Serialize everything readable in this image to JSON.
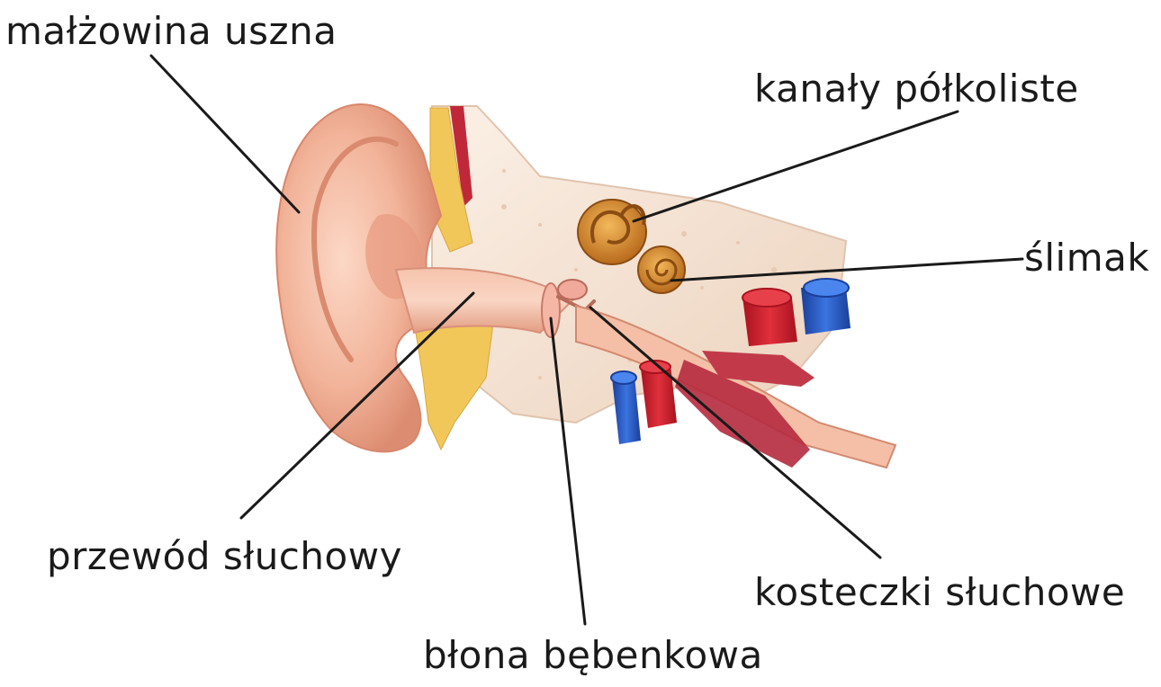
{
  "labels": {
    "auricle": "małżowina uszna",
    "semicircular_canals": "kanały półkoliste",
    "cochlea": "ślimak",
    "ear_canal": "przewód słuchowy",
    "ossicles": "kosteczki słuchowe",
    "eardrum": "błona bębenkowa"
  },
  "colors": {
    "skin": "#f2b49a",
    "skin_dark": "#e08f74",
    "bone": "#f5e3d4",
    "cartilage": "#f2c75a",
    "inner_ear": "#d98a2e",
    "artery": "#d82030",
    "vein": "#2a5fc8",
    "muscle": "#b52a3e",
    "leader_line": "#1a1a1a"
  }
}
